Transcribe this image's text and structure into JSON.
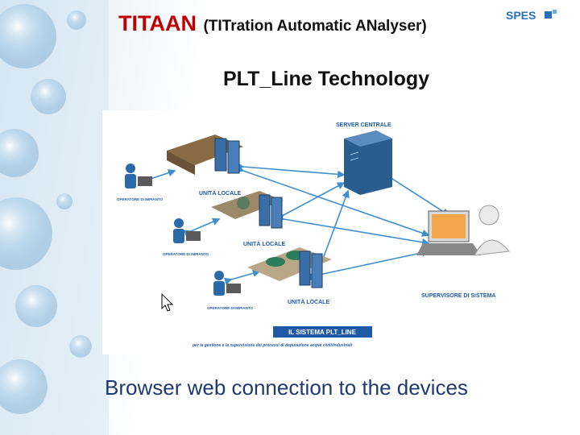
{
  "header": {
    "title_main": "TITAAN",
    "title_sub": "(TITration Automatic ANalyser)",
    "logo_text": "SPES"
  },
  "subtitle": "PLT_Line Technology",
  "diagram": {
    "server_label": "SERVER CENTRALE",
    "local_unit_label_1": "UNITÀ LOCALE",
    "local_unit_label_2": "UNITÀ LOCALE",
    "local_unit_label_3": "UNITÀ LOCALE",
    "operator_label_1": "OPERATORE DI IMPIANTO",
    "operator_label_2": "OPERATORE DI IMPIANTO",
    "operator_label_3": "OPERATORE DI IMPIANTO",
    "supervisor_label": "SUPERVISORE DI SISTEMA",
    "system_title": "IL SISTEMA PLT_LINE",
    "system_caption": "per la gestione e la supervisione dei processi di depurazione acque civili/industriali",
    "colors": {
      "accent": "#1f5aa6",
      "arrow": "#3d8fd0",
      "server": "#2b5c8e"
    }
  },
  "footer": "Browser web connection to the devices"
}
